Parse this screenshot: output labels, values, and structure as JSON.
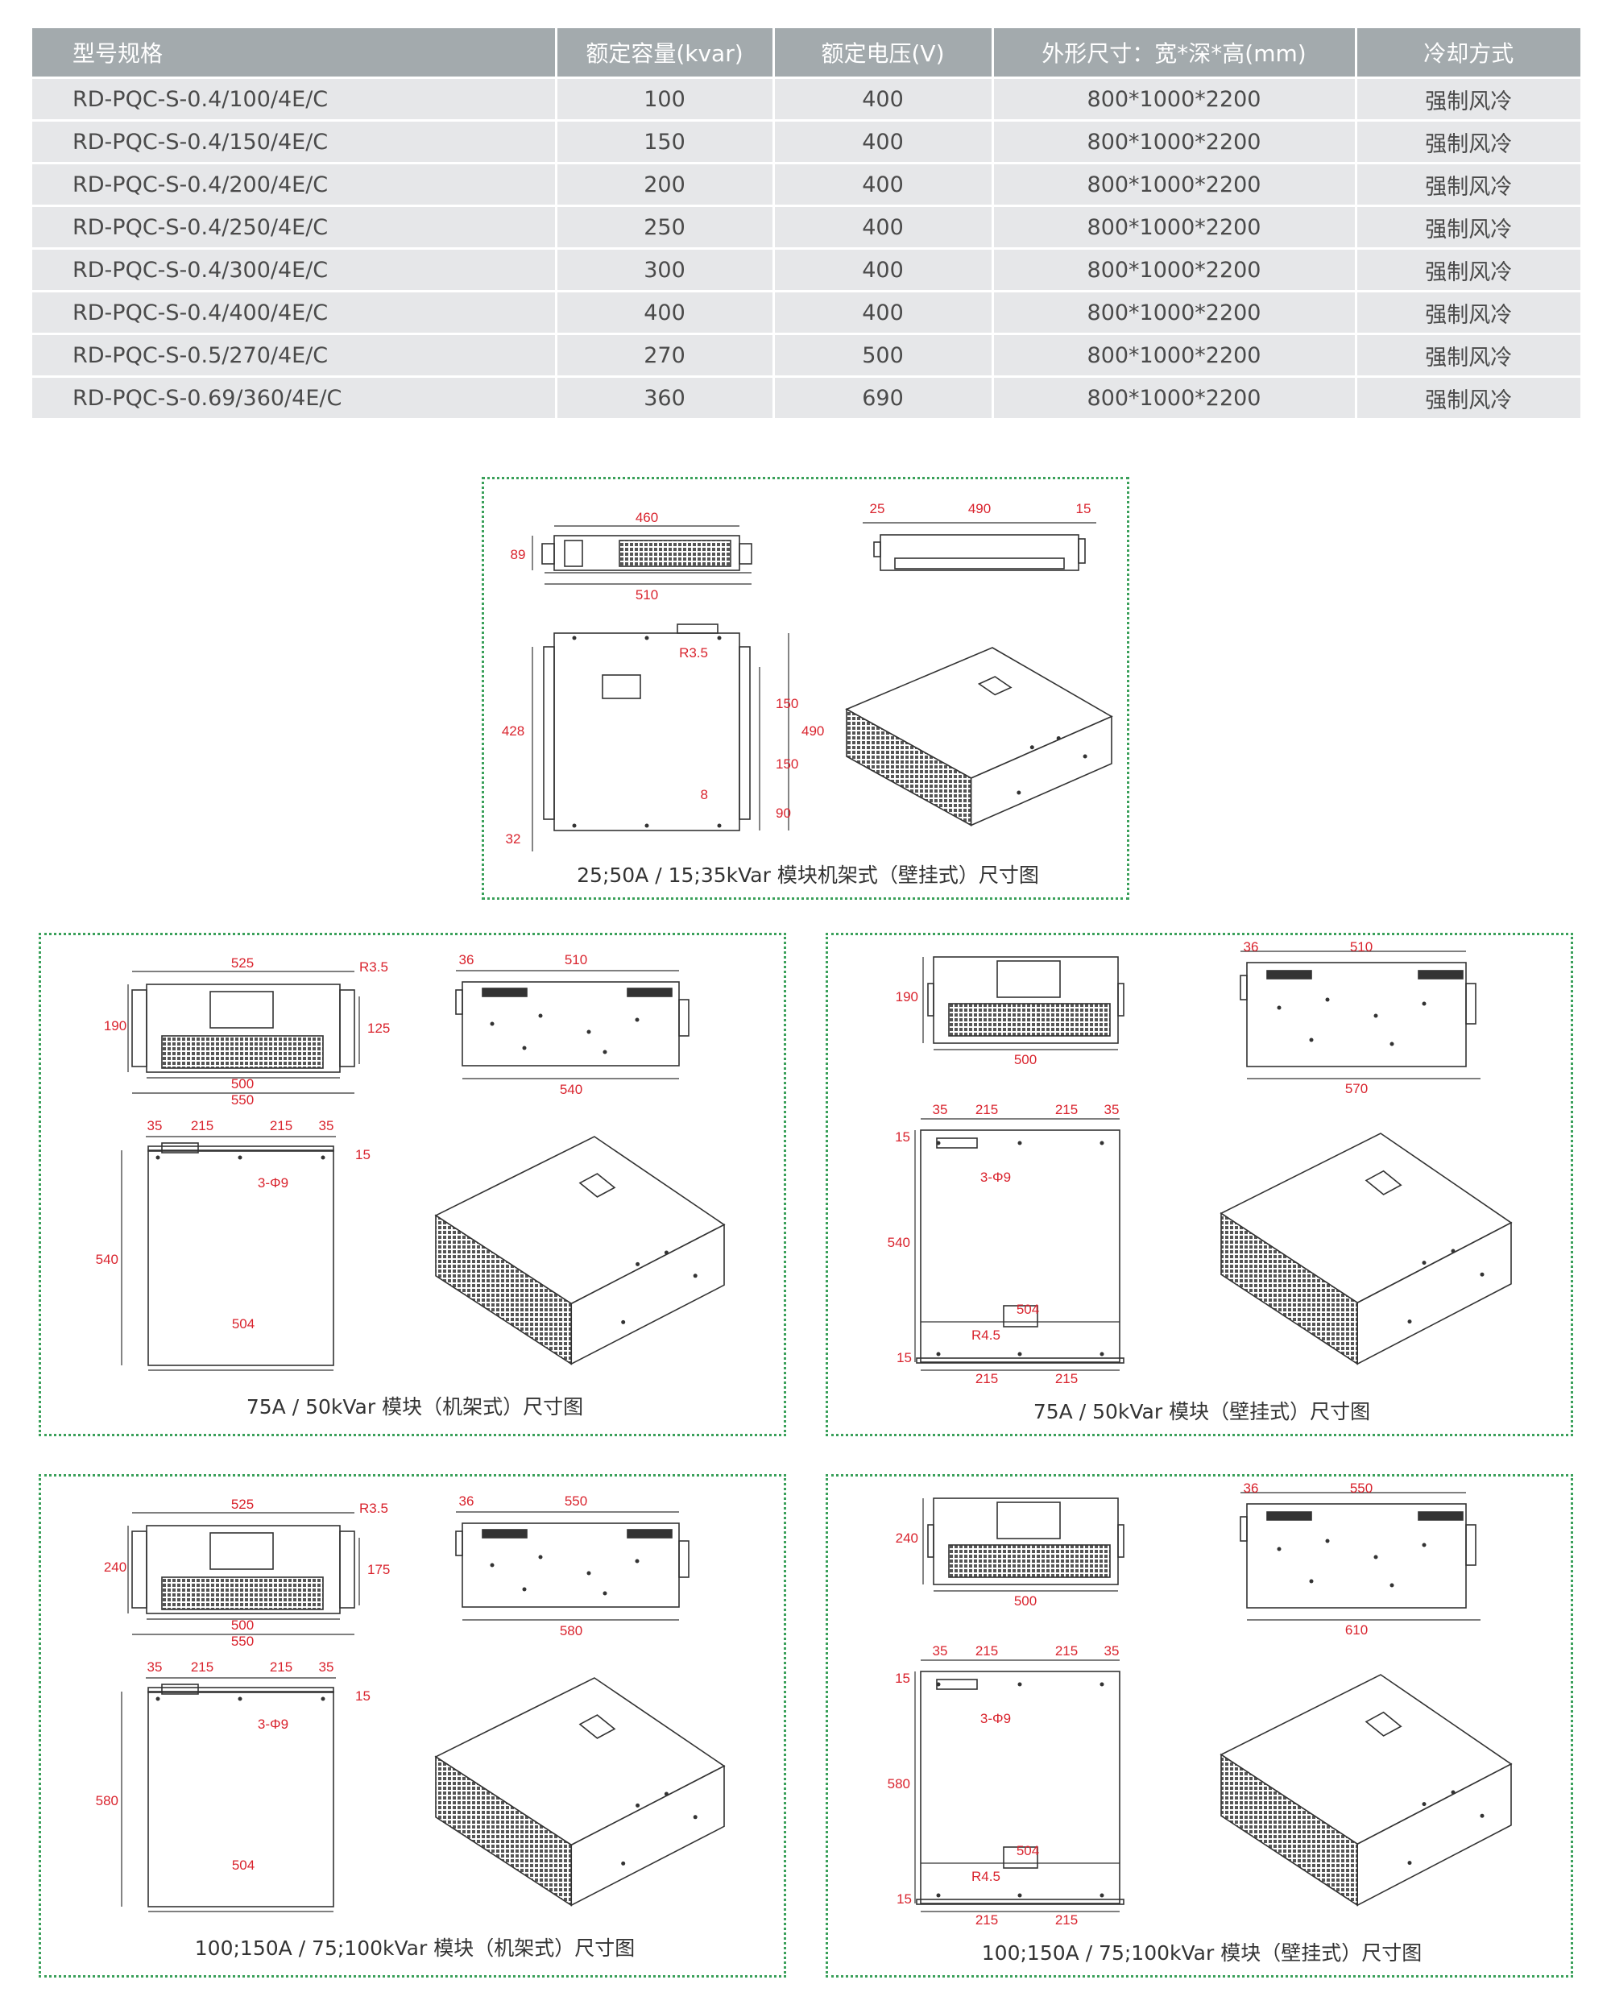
{
  "table": {
    "headers": [
      "型号规格",
      "额定容量(kvar)",
      "额定电压(V)",
      "外形尺寸：宽*深*高(mm)",
      "冷却方式"
    ],
    "rows": [
      [
        "RD-PQC-S-0.4/100/4E/C",
        "100",
        "400",
        "800*1000*2200",
        "强制风冷"
      ],
      [
        "RD-PQC-S-0.4/150/4E/C",
        "150",
        "400",
        "800*1000*2200",
        "强制风冷"
      ],
      [
        "RD-PQC-S-0.4/200/4E/C",
        "200",
        "400",
        "800*1000*2200",
        "强制风冷"
      ],
      [
        "RD-PQC-S-0.4/250/4E/C",
        "250",
        "400",
        "800*1000*2200",
        "强制风冷"
      ],
      [
        "RD-PQC-S-0.4/300/4E/C",
        "300",
        "400",
        "800*1000*2200",
        "强制风冷"
      ],
      [
        "RD-PQC-S-0.4/400/4E/C",
        "400",
        "400",
        "800*1000*2200",
        "强制风冷"
      ],
      [
        "RD-PQC-S-0.5/270/4E/C",
        "270",
        "500",
        "800*1000*2200",
        "强制风冷"
      ],
      [
        "RD-PQC-S-0.69/360/4E/C",
        "360",
        "690",
        "800*1000*2200",
        "强制风冷"
      ]
    ]
  },
  "diagrams": {
    "p1": {
      "caption": "25;50A / 15;35kVar 模块机架式（壁挂式）尺寸图",
      "dims": {
        "front_w": "460",
        "front_h": "89",
        "front_total": "510",
        "side_l": "25",
        "side_w": "490",
        "side_r": "15",
        "radius": "R3.5",
        "pitch1": "150",
        "pitch2": "150",
        "height": "490",
        "rail": "428",
        "slot": "8",
        "bottom": "90",
        "foot": "32"
      }
    },
    "p2": {
      "caption": "75A / 50kVar 模块（机架式）尺寸图",
      "dims": {
        "front_w": "525",
        "radius": "R3.5",
        "front_h": "190",
        "inner_h": "125",
        "inner_w": "500",
        "total_w": "550",
        "side_l": "36",
        "side_w": "510",
        "side_total": "540",
        "top_a": "35",
        "top_b": "215",
        "top_c": "215",
        "top_d": "35",
        "top_e": "15",
        "holes": "3-Φ9",
        "depth": "540",
        "inner": "504"
      }
    },
    "p3": {
      "caption": "75A / 50kVar 模块（壁挂式）尺寸图",
      "dims": {
        "front_h": "190",
        "front_w": "500",
        "side_l": "36",
        "side_w": "510",
        "side_total": "570",
        "top_a": "35",
        "top_b": "215",
        "top_c": "215",
        "top_d": "35",
        "top_e": "15",
        "holes": "3-Φ9",
        "depth": "540",
        "inner": "504",
        "radius": "R4.5",
        "bot_e": "15",
        "bot_b": "215",
        "bot_c": "215"
      }
    },
    "p4": {
      "caption": "100;150A / 75;100kVar 模块（机架式）尺寸图",
      "dims": {
        "front_w": "525",
        "radius": "R3.5",
        "front_h": "240",
        "inner_h": "175",
        "inner_w": "500",
        "total_w": "550",
        "side_l": "36",
        "side_w": "550",
        "side_total": "580",
        "top_a": "35",
        "top_b": "215",
        "top_c": "215",
        "top_d": "35",
        "top_e": "15",
        "holes": "3-Φ9",
        "depth": "580",
        "inner": "504"
      }
    },
    "p5": {
      "caption": "100;150A / 75;100kVar 模块（壁挂式）尺寸图",
      "dims": {
        "front_h": "240",
        "front_w": "500",
        "side_l": "36",
        "side_w": "550",
        "side_total": "610",
        "top_a": "35",
        "top_b": "215",
        "top_c": "215",
        "top_d": "35",
        "top_e": "15",
        "holes": "3-Φ9",
        "depth": "580",
        "inner": "504",
        "radius": "R4.5",
        "bot_e": "15",
        "bot_b": "215",
        "bot_c": "215"
      }
    }
  }
}
